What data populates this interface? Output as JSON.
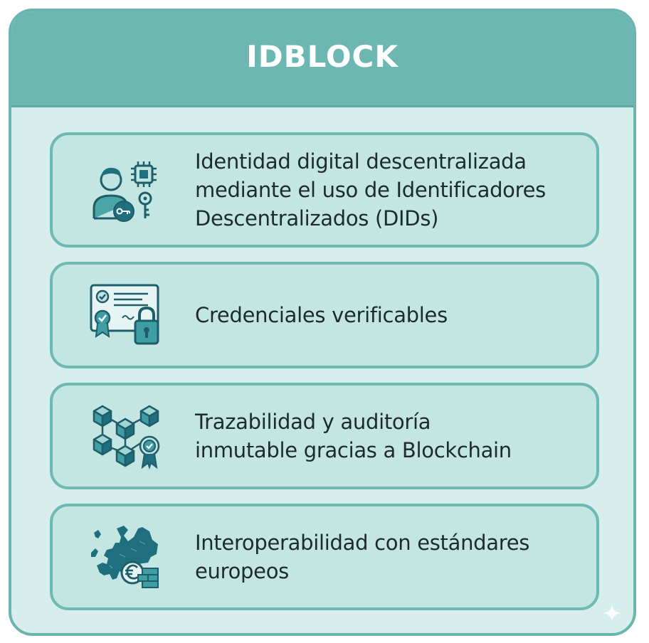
{
  "header": {
    "title": "IDBLOCK"
  },
  "items": [
    {
      "icon": "digital-identity-icon",
      "lines": [
        "Identidad digital descentralizada",
        "mediante el uso de Identificadores",
        "Descentralizados (DIDs)"
      ]
    },
    {
      "icon": "verifiable-credential-icon",
      "lines": [
        "Credenciales verificables"
      ]
    },
    {
      "icon": "blockchain-network-icon",
      "lines": [
        "Trazabilidad y auditoría",
        "inmutable gracias a Blockchain"
      ]
    },
    {
      "icon": "europe-map-icon",
      "lines": [
        "Interoperabilidad con estándares",
        "europeos"
      ]
    }
  ],
  "colors": {
    "accent": "#6cb7b2",
    "card_bg": "#d8eeec",
    "item_bg": "#c4e6e3",
    "icon_dark": "#1f6f7e",
    "icon_teal": "#3f9ea4",
    "text": "#1d2a2e"
  }
}
